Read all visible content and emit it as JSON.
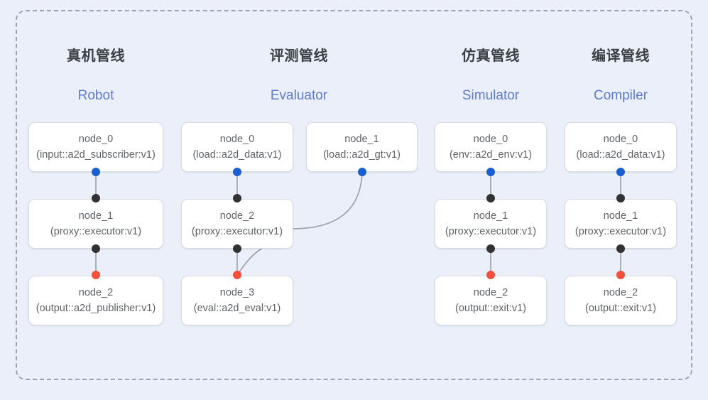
{
  "diagram": {
    "title_cn": "真机管线",
    "background_color": "#eaeffa",
    "frame_color": "#9aa3b5",
    "port_colors": {
      "input": "#1a5fd0",
      "middle": "#323232",
      "output": "#f4503c"
    }
  },
  "columns": [
    {
      "id": "robot",
      "title_cn": "真机管线",
      "title_en": "Robot",
      "nodes": [
        {
          "name": "node_0",
          "type": "(input::a2d_subscriber:v1)"
        },
        {
          "name": "node_1",
          "type": "(proxy::executor:v1)"
        },
        {
          "name": "node_2",
          "type": "(output::a2d_publisher:v1)"
        }
      ]
    },
    {
      "id": "evaluator",
      "title_cn": "评测管线",
      "title_en": "Evaluator",
      "nodes": [
        {
          "name": "node_0",
          "type": "(load::a2d_data:v1)"
        },
        {
          "name": "node_1",
          "type": "(load::a2d_gt:v1)"
        },
        {
          "name": "node_2",
          "type": "(proxy::executor:v1)"
        },
        {
          "name": "node_3",
          "type": "(eval::a2d_eval:v1)"
        }
      ]
    },
    {
      "id": "simulator",
      "title_cn": "仿真管线",
      "title_en": "Simulator",
      "nodes": [
        {
          "name": "node_0",
          "type": "(env::a2d_env:v1)"
        },
        {
          "name": "node_1",
          "type": "(proxy::executor:v1)"
        },
        {
          "name": "node_2",
          "type": "(output::exit:v1)"
        }
      ]
    },
    {
      "id": "compiler",
      "title_cn": "编译管线",
      "title_en": "Compiler",
      "nodes": [
        {
          "name": "node_0",
          "type": "(load::a2d_data:v1)"
        },
        {
          "name": "node_1",
          "type": "(proxy::executor:v1)"
        },
        {
          "name": "node_2",
          "type": "(output::exit:v1)"
        }
      ]
    }
  ]
}
